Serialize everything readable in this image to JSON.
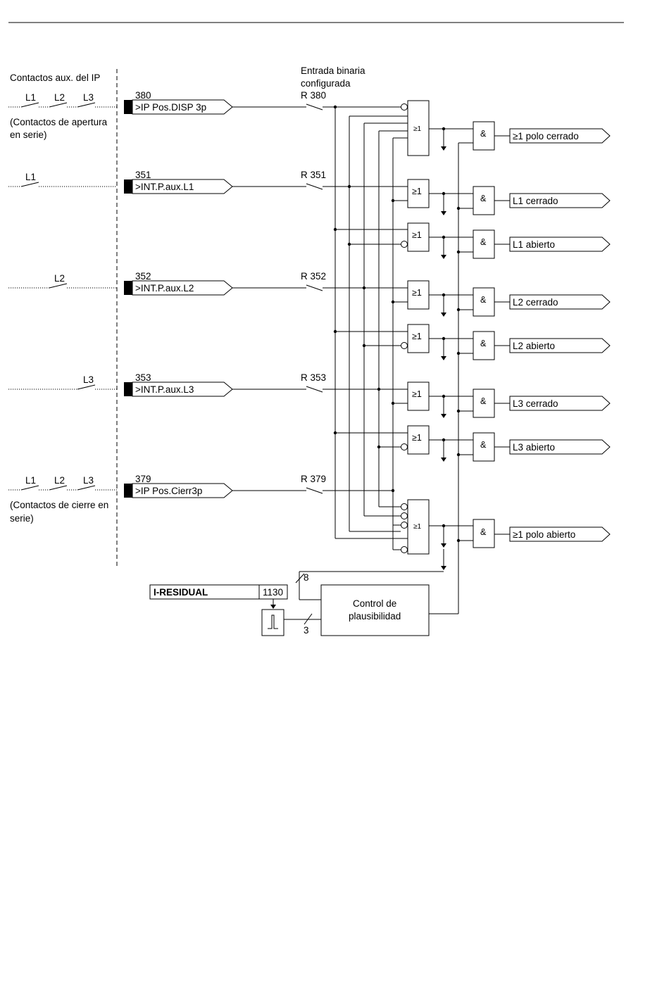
{
  "header_contacts": "Contactos aux. del IP",
  "entrada_label": [
    "Entrada binaria",
    "configurada"
  ],
  "note_apertura": [
    "(Contactos de apertura",
    "en serie)"
  ],
  "note_cierre": [
    "(Contactos de cierre en",
    "serie)"
  ],
  "phase_labels": {
    "l1": "L1",
    "l2": "L2",
    "l3": "L3"
  },
  "inputs": [
    {
      "num": "380",
      "name": ">IP Pos.DISP 3p",
      "relay": "R 380"
    },
    {
      "num": "351",
      "name": ">INT.P.aux.L1",
      "relay": "R 351"
    },
    {
      "num": "352",
      "name": ">INT.P.aux.L2",
      "relay": "R 352"
    },
    {
      "num": "353",
      "name": ">INT.P.aux.L3",
      "relay": "R 353"
    },
    {
      "num": "379",
      "name": ">IP Pos.Cierr3p",
      "relay": "R 379"
    }
  ],
  "gate_or": "≥1",
  "gate_and": "&",
  "outputs": [
    "≥1 polo cerrado",
    "L1 cerrado",
    "L1 abierto",
    "L2 cerrado",
    "L2 abierto",
    "L3 cerrado",
    "L3 abierto",
    "≥1 polo abierto"
  ],
  "residual": {
    "label": "I-RESIDUAL",
    "num": "1130"
  },
  "plaus": [
    "Control de",
    "plausibilidad"
  ],
  "bus_counts": {
    "top": "8",
    "bottom": "3"
  }
}
